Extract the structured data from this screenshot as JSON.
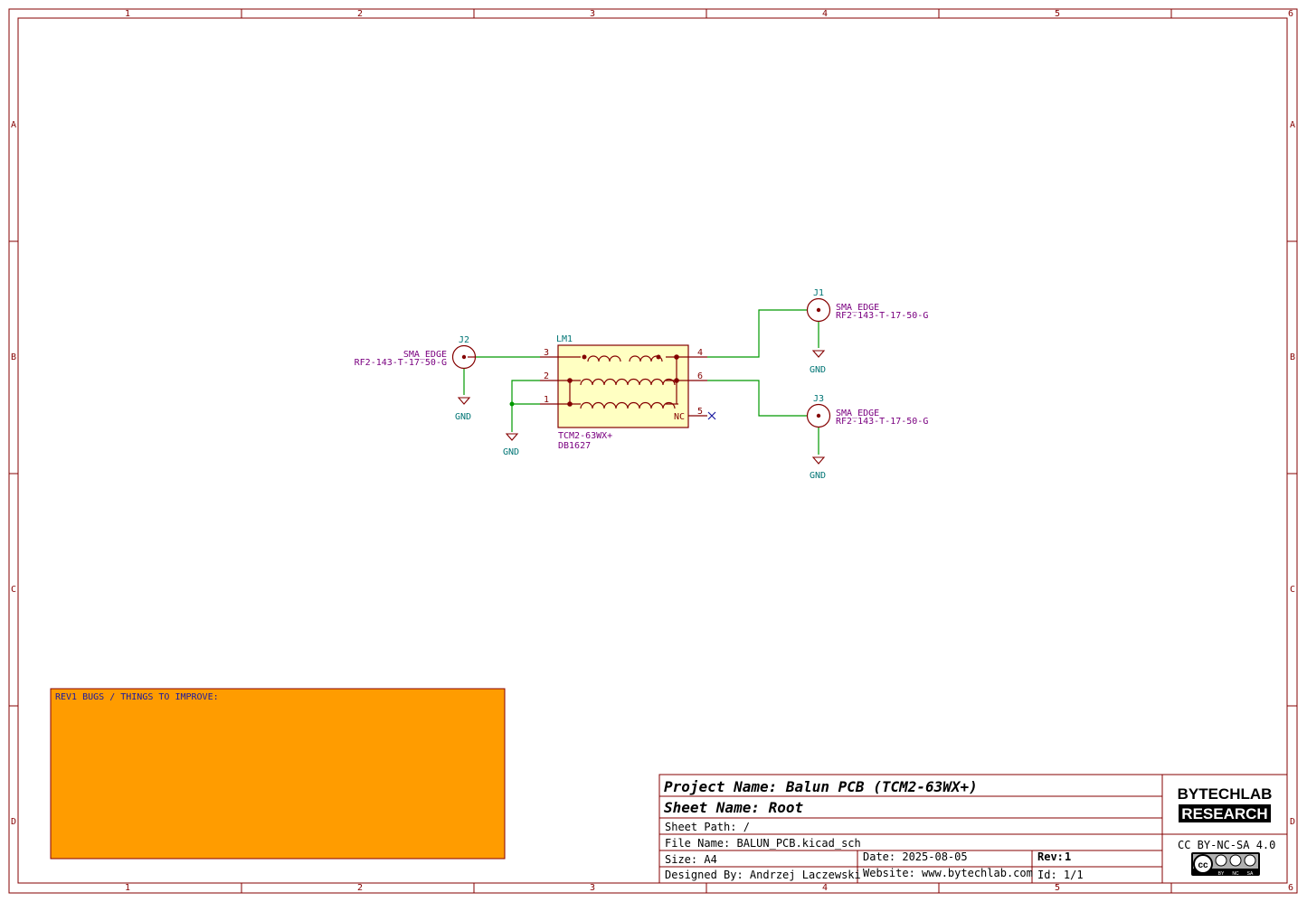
{
  "frame": {
    "columns": [
      "1",
      "2",
      "3",
      "4",
      "5",
      "6"
    ],
    "rows": [
      "A",
      "B",
      "C",
      "D"
    ]
  },
  "components": {
    "lm1": {
      "ref": "LM1",
      "value": "TCM2-63WX+",
      "footprint": "DB1627",
      "nc_label": "NC",
      "pins": {
        "p1": "1",
        "p2": "2",
        "p3": "3",
        "p4": "4",
        "p5": "5",
        "p6": "6"
      }
    },
    "j1": {
      "ref": "J1",
      "value": "SMA_EDGE",
      "part": "RF2-143-T-17-50-G"
    },
    "j2": {
      "ref": "J2",
      "value": "SMA_EDGE",
      "part": "RF2-143-T-17-50-G"
    },
    "j3": {
      "ref": "J3",
      "value": "SMA_EDGE",
      "part": "RF2-143-T-17-50-G"
    },
    "gnd_label": "GND"
  },
  "note": {
    "title": "REV1 BUGS / THINGS TO IMPROVE:",
    "color": "#ff9c00"
  },
  "title_block": {
    "project_name": "Project Name: Balun PCB (TCM2-63WX+)",
    "sheet_name": "Sheet Name: Root",
    "sheet_path": "Sheet Path: /",
    "file_name": "File Name: BALUN_PCB.kicad_sch",
    "size": "Size: A4",
    "date": "Date: 2025-08-05",
    "rev_label": "Rev:",
    "rev_value": "1",
    "designed_by": "Designed By: Andrzej Laczewski",
    "website": "Website: www.bytechlab.com",
    "id": "Id: 1/1",
    "logo_line1": "BYTECHLAB",
    "logo_line2": "RESEARCH",
    "license": "CC BY-NC-SA 4.0",
    "license_badge": {
      "cc": "cc",
      "by": "BY",
      "nc": "NC",
      "sa": "SA"
    }
  },
  "colors": {
    "frame": "#840000",
    "wire": "#009900",
    "component_fill": "#ffffc2",
    "reference": "#007575",
    "value": "#7a0080"
  }
}
